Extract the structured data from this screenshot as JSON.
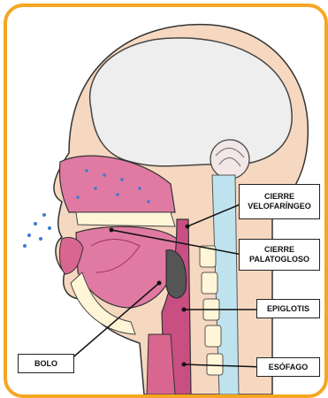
{
  "labels": {
    "velopharyngeal": "CIERRE\nVELOFARÍNGEO",
    "palatoglossal": "CIERRE\nPALATOGLOSO",
    "epiglottis": "EPIGLOTIS",
    "bolus": "BOLO",
    "esophagus": "ESÓFAGO"
  },
  "colors": {
    "frame": "#f5a623",
    "skin": "#f6d8c0",
    "brain": "#eeeeee",
    "pink_tissue": "#e07aa2",
    "dark_pink": "#c94f82",
    "spine": "#fff6d8",
    "cord": "#bfe3ee",
    "dots": "#3a7bd5",
    "bolus": "#555555"
  }
}
